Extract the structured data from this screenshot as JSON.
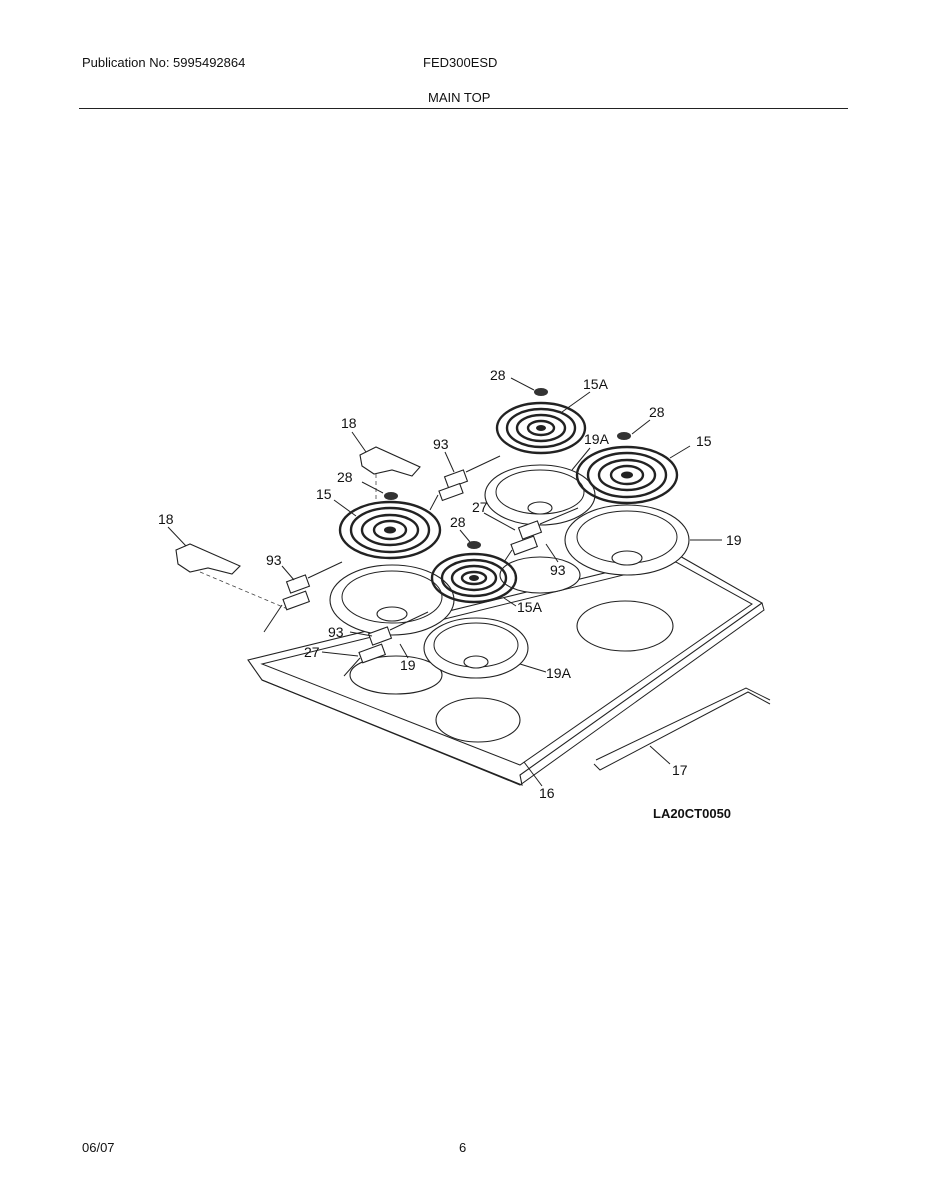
{
  "header": {
    "publication": "Publication No: 5995492864",
    "model": "FED300ESD",
    "section": "MAIN TOP"
  },
  "footer": {
    "date": "06/07",
    "page": "6"
  },
  "diagram": {
    "code": "LA20CT0050",
    "callouts": {
      "c28a": "28",
      "c15Aa": "15A",
      "c28b": "28",
      "c15a": "15",
      "c18a": "18",
      "c93a": "93",
      "c19Aa": "19A",
      "c28c": "28",
      "c15b": "15",
      "c27a": "27",
      "c18b": "18",
      "c28d": "28",
      "c19a": "19",
      "c93b": "93",
      "c93c": "93",
      "c15Ab": "15A",
      "c93d": "93",
      "c27b": "27",
      "c19b": "19",
      "c19Ab": "19A",
      "c17": "17",
      "c16": "16"
    }
  }
}
